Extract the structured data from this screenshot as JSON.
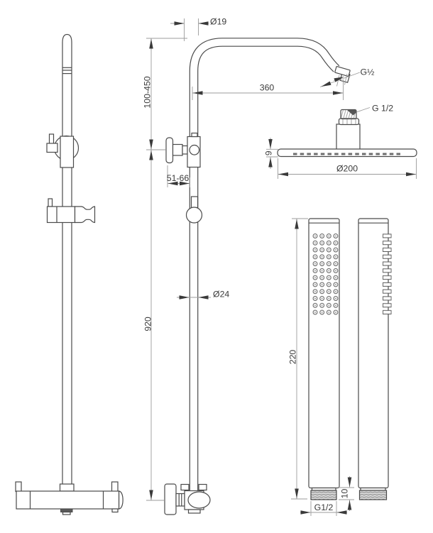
{
  "colors": {
    "background": "#ffffff",
    "outline": "#4a4a4a",
    "dimension_line": "#9b9b9b",
    "text": "#3a3a3a"
  },
  "dimensions": {
    "arm_diameter": "Ø19",
    "height_adjustment": "100-450",
    "arm_reach": "360",
    "arm_outlet_thread": "G½",
    "head_thread": "G 1/2",
    "wall_offset": "51-66",
    "column_diameter": "Ø24",
    "column_length": "920",
    "head_thickness": "9",
    "head_diameter": "Ø200",
    "hand_shower_length": "220",
    "hand_shower_thread_length": "10",
    "hand_shower_thread": "G1/2"
  }
}
